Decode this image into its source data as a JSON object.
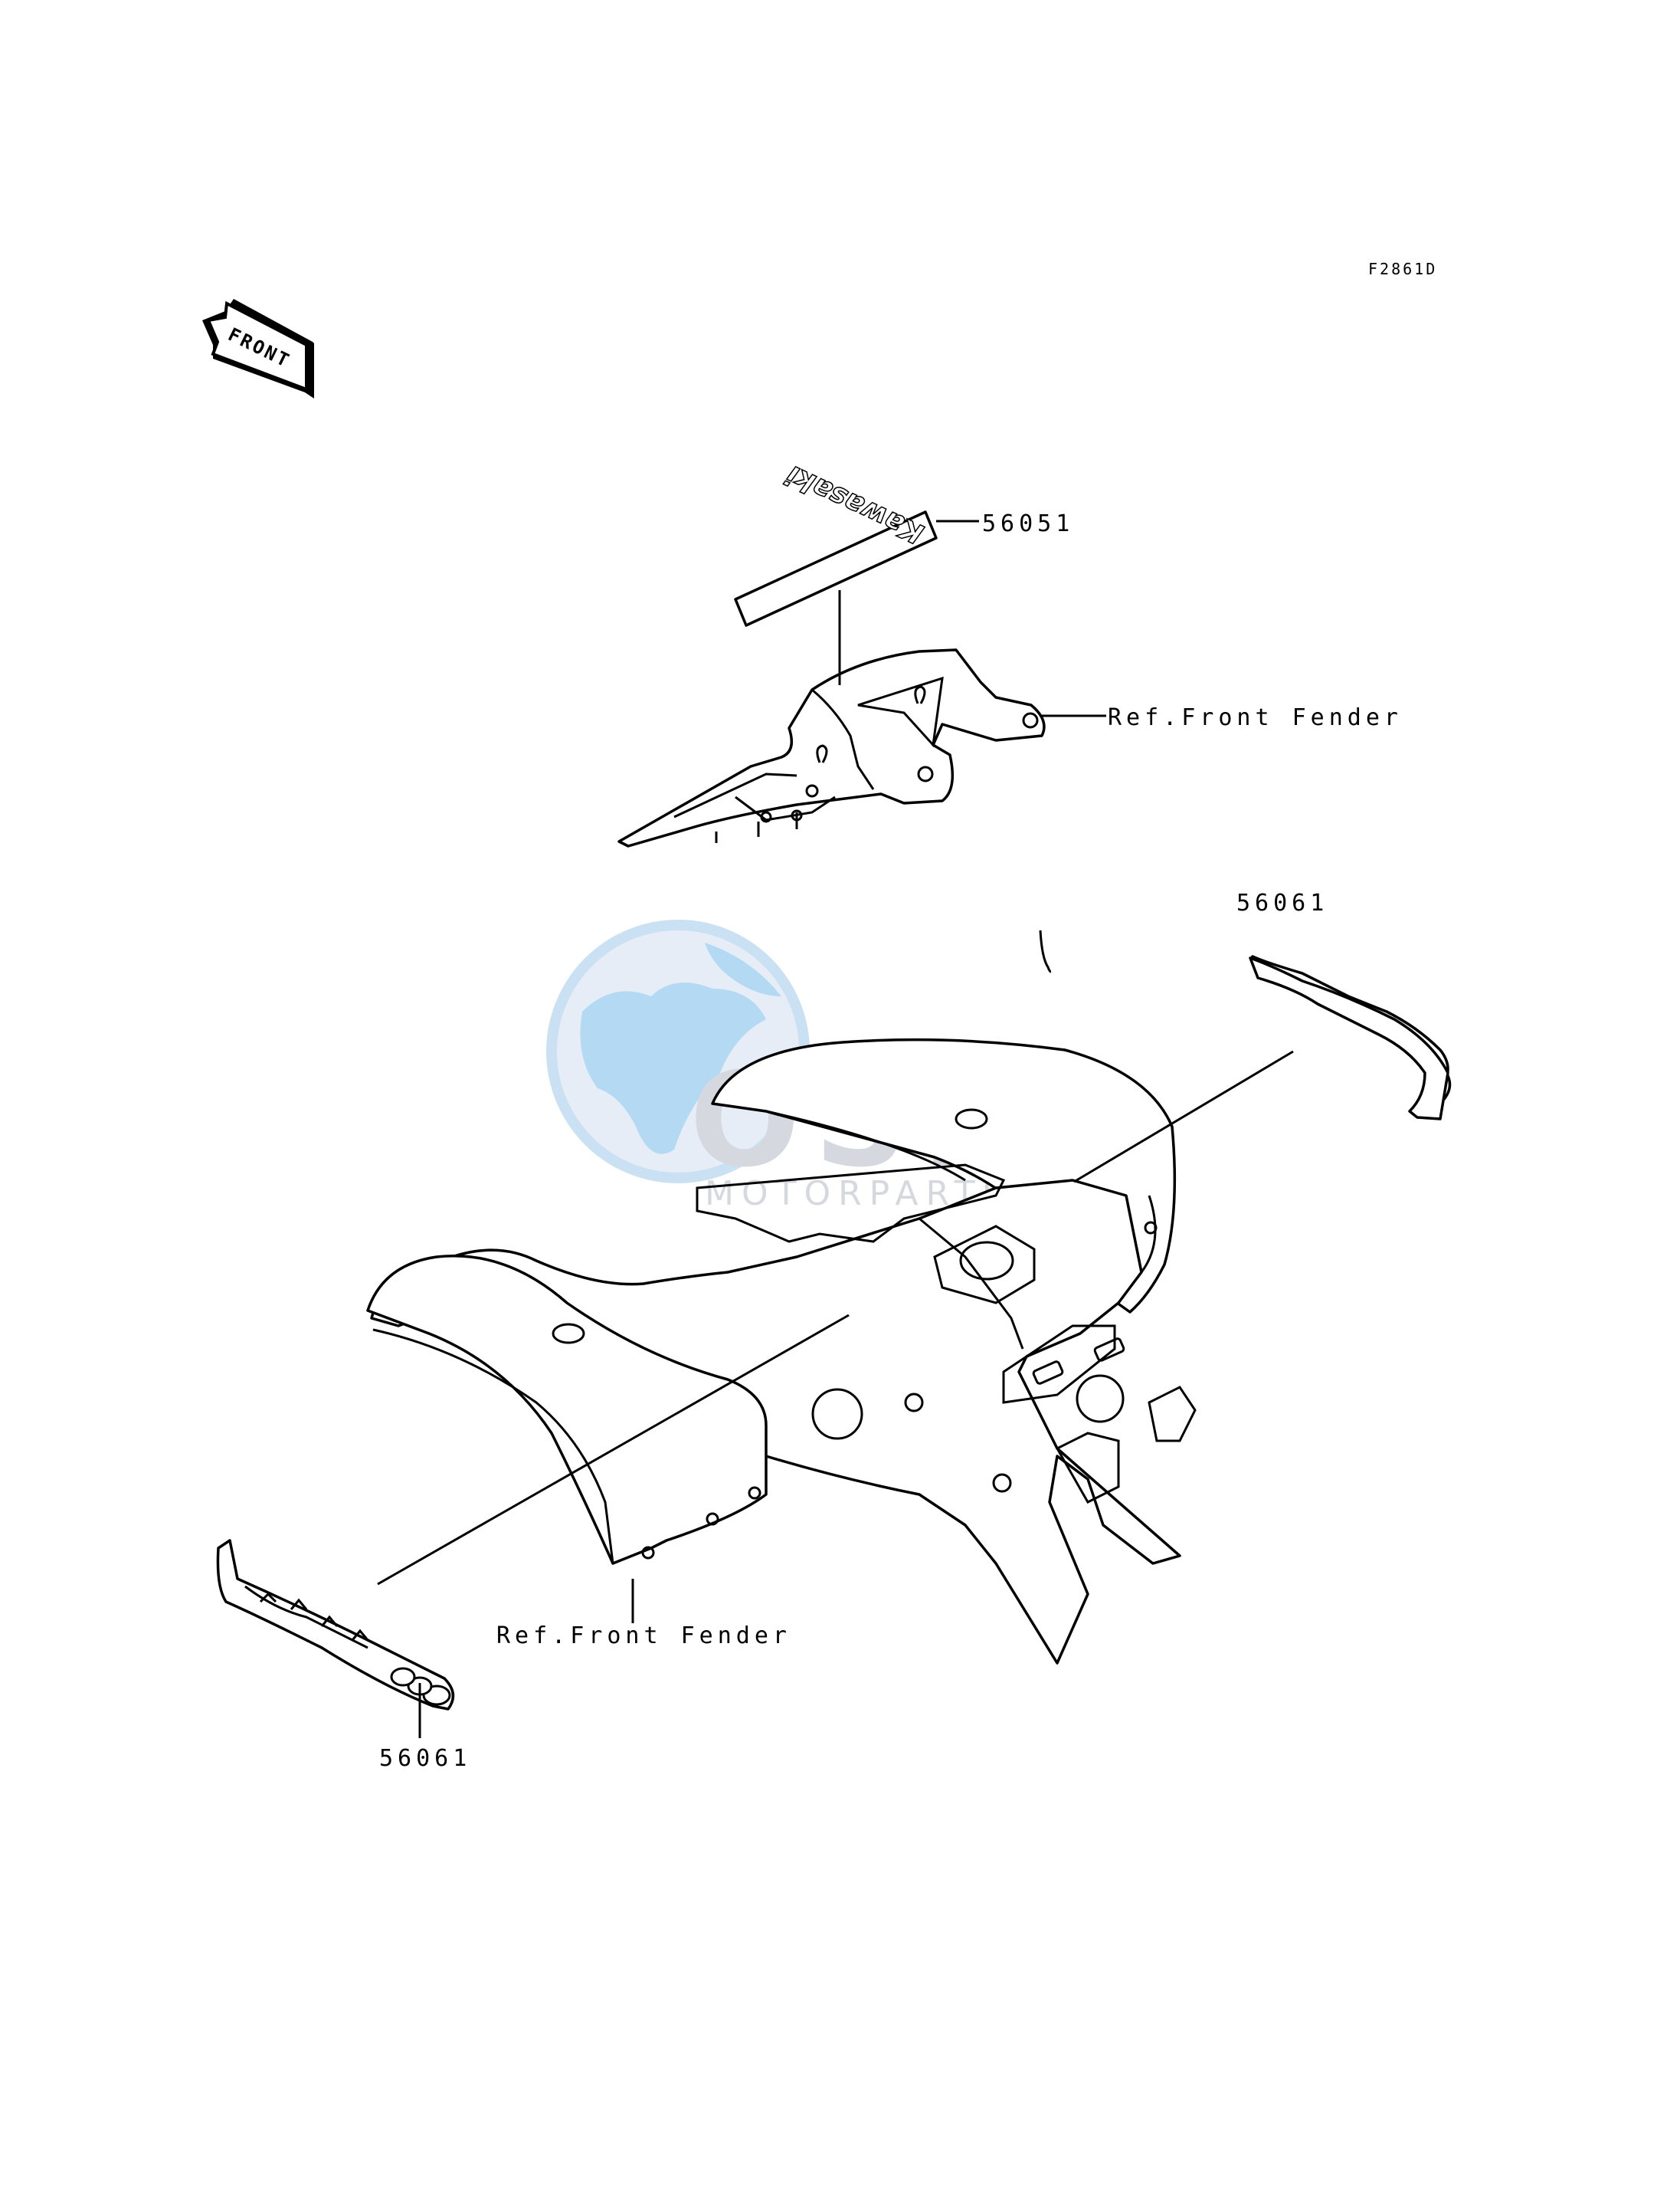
{
  "figure_code": "F2861D",
  "front_arrow_label": "FRONT",
  "decal_text": "Kawasaki",
  "callouts": [
    {
      "id": "upper-part",
      "text": "56051"
    },
    {
      "id": "upper-ref",
      "text": "Ref.Front Fender"
    },
    {
      "id": "right-part",
      "text": "56061"
    },
    {
      "id": "lower-ref",
      "text": "Ref.Front Fender"
    },
    {
      "id": "left-part",
      "text": "56061"
    }
  ],
  "watermark": {
    "brand": "OSM",
    "sub": "MOTORPARTS"
  },
  "colors": {
    "line": "#000000",
    "watermark_blue": "#4aa3e0",
    "watermark_grey": "#c9ccd6"
  }
}
